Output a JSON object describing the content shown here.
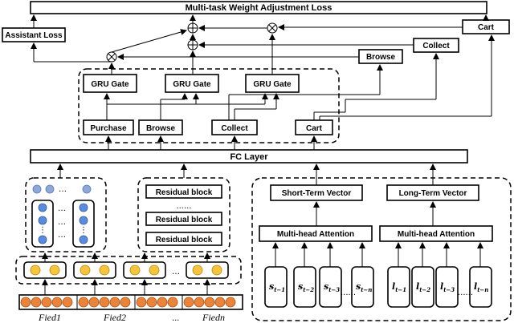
{
  "title": "Multi-task Weight Adjustment Loss",
  "assistant_loss": "Assistant Loss",
  "cart_top": "Cart",
  "collect_top": "Collect",
  "browse_top": "Browse",
  "gru_gates": [
    "GRU Gate",
    "GRU Gate",
    "GRU Gate"
  ],
  "inputs": [
    "Purchase",
    "Browse",
    "Collect",
    "Cart"
  ],
  "fc_layer": "FC Layer",
  "residual_dots": "......",
  "residual_blocks": [
    "Residual block",
    "Residual block",
    "Residual block"
  ],
  "short_term": "Short-Term Vector",
  "long_term": "Long-Term Vector",
  "mha": [
    "Multi-head Attention",
    "Multi-head Attention"
  ],
  "s_seq": {
    "base": "s",
    "subs": [
      "t−1",
      "t−2",
      "t−3",
      "t−n"
    ]
  },
  "l_seq": {
    "base": "l",
    "subs": [
      "t−1",
      "t−2",
      "t−3",
      "t−n"
    ]
  },
  "dots": "......",
  "fields": [
    "Fied1",
    "Fied2",
    "...",
    "Fiedn"
  ],
  "colors": {
    "blue": "#8fa8d6",
    "yellow": "#f5c542",
    "orange": "#e8843c"
  }
}
